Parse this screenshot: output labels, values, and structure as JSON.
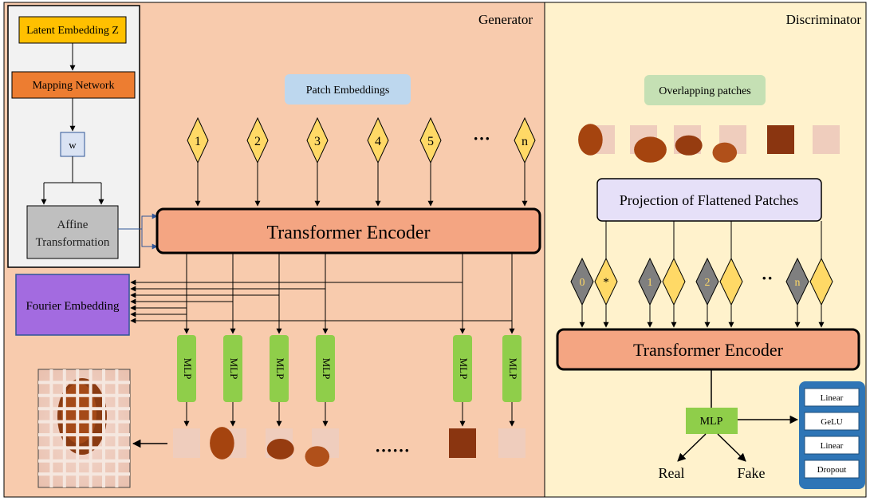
{
  "generator": {
    "title": "Generator",
    "latent_label": "Latent Embedding Z",
    "mapping_label": "Mapping Network",
    "w_label": "w",
    "affine_line1": "Affine",
    "affine_line2": "Transformation",
    "patch_embeddings_label": "Patch Embeddings",
    "tokens": [
      "1",
      "2",
      "3",
      "4",
      "5",
      "n"
    ],
    "ellipsis": "···",
    "encoder_label": "Transformer Encoder",
    "fourier_label": "Fourier Embedding",
    "mlp_label": "MLP",
    "output_ellipsis": "······"
  },
  "discriminator": {
    "title": "Discriminator",
    "overlapping_label": "Overlapping patches",
    "projection_label": "Projection of Flattened Patches",
    "position_tokens": [
      "0",
      "*",
      "1",
      "2",
      "n"
    ],
    "ellipsis": "··",
    "encoder_label": "Transformer Encoder",
    "mlp_label": "MLP",
    "real_label": "Real",
    "fake_label": "Fake",
    "mlp_layers": [
      "Linear",
      "GeLU",
      "Linear",
      "Dropout"
    ]
  },
  "colors": {
    "generator_bg": "#f8cbad",
    "discriminator_bg": "#fff2cc",
    "latent_fill": "#ffc000",
    "mapping_fill": "#ed7d31",
    "encoder_fill": "#f4a582",
    "token_fill": "#ffd966",
    "dark_token_fill": "#7f7f7f",
    "mlp_fill": "#8fce4a",
    "fourier_fill": "#a36be0",
    "projection_fill": "#e6e0f8",
    "patch_label_fill": "#bdd7ee",
    "overlap_label_fill": "#c5e0b4",
    "mlp_box_border": "#2e75b6"
  }
}
